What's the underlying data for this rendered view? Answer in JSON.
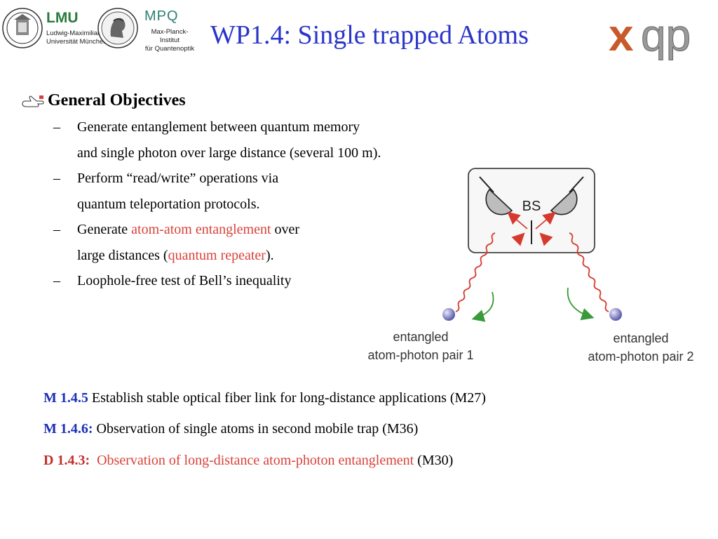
{
  "header": {
    "lmu": {
      "title": "LMU",
      "line1": "Ludwig-Maximilians",
      "line2": "Universität München"
    },
    "mpq": {
      "title": "MPQ",
      "line1": "Max-Planck-Institut",
      "line2": "für Quantenoptik"
    },
    "title": "WP1.4: Single trapped Atoms",
    "xqp_logo": {
      "text1": "x",
      "text2": "qp"
    }
  },
  "objectives": {
    "heading": "General Objectives",
    "dash": "–",
    "items": [
      {
        "lines": [
          [
            {
              "text": "Generate entanglement between quantum memory"
            }
          ],
          [
            {
              "text": "and single photon over large distance (several 100 m)."
            }
          ]
        ]
      },
      {
        "lines": [
          [
            {
              "text": "Perform “read/write” operations via"
            }
          ],
          [
            {
              "text": "quantum teleportation protocols."
            }
          ]
        ]
      },
      {
        "lines": [
          [
            {
              "text": "Generate "
            },
            {
              "text": "atom-atom entanglement",
              "color": "#d8423a"
            },
            {
              "text": " over"
            }
          ],
          [
            {
              "text": "large distances ("
            },
            {
              "text": "quantum repeater",
              "color": "#d8423a"
            },
            {
              "text": ")."
            }
          ]
        ]
      },
      {
        "lines": [
          [
            {
              "text": "Loophole-free test of Bell’s inequality"
            }
          ]
        ]
      }
    ]
  },
  "diagram": {
    "bs_label": "BS",
    "left_label_1": "entangled",
    "left_label_2": "atom-photon pair 1",
    "right_label_1": "entangled",
    "right_label_2": "atom-photon pair 2"
  },
  "milestones": [
    {
      "code": "M 1.4.5",
      "text": " Establish stable optical fiber link for long-distance applications (M27)",
      "kind": "blue"
    },
    {
      "code": "M 1.4.6:",
      "text": " Observation of single atoms in second mobile trap (M36)",
      "kind": "blue"
    },
    {
      "code": "D 1.4.3:",
      "text_red": "  Observation of long-distance atom-photon entanglement",
      "text": " (M30)",
      "kind": "red"
    }
  ],
  "colors": {
    "title_blue": "#2a35c8",
    "accent_red": "#d8423a",
    "lmu_green": "#2b7a3d",
    "mpq_teal": "#2f7f73",
    "xqp_orange": "#c85a2a",
    "arrow_red": "#d63a2e",
    "arrow_green": "#3a9a3a"
  }
}
